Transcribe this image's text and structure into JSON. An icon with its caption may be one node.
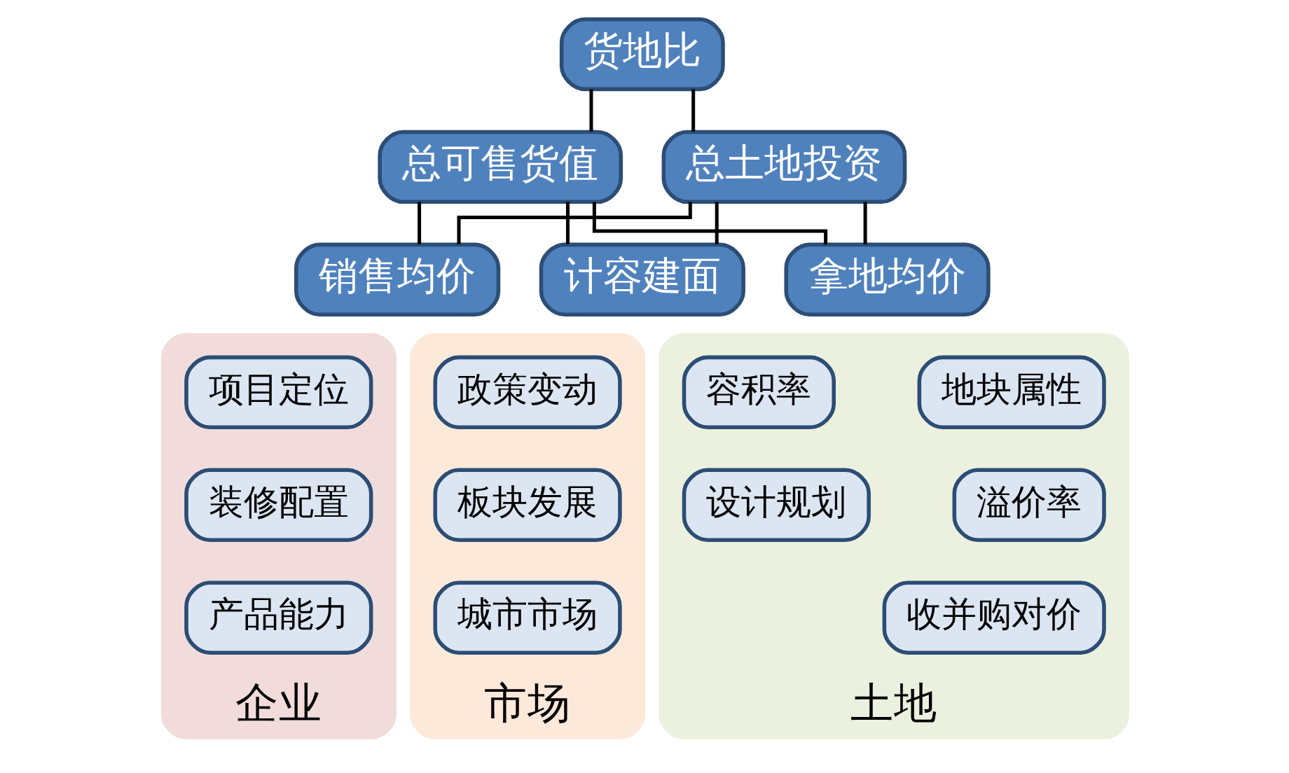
{
  "diagram": {
    "nodes": [
      {
        "text": [
          "货地比"
        ]
      },
      {
        "text": [
          "总可售货值"
        ]
      },
      {
        "text": [
          "总土地投资"
        ]
      },
      {
        "text": [
          "销售均价"
        ]
      },
      {
        "text": [
          "计容建面"
        ]
      },
      {
        "text": [
          "拿地均价"
        ]
      },
      {
        "text": [
          "企业"
        ]
      },
      {
        "text": [
          "项目定位"
        ],
        "in": 6
      },
      {
        "text": [
          "装修配置"
        ],
        "in": 6
      },
      {
        "text": [
          "产品能力"
        ],
        "in": 6
      },
      {
        "text": [
          "市场"
        ]
      },
      {
        "text": [
          "政策变动"
        ],
        "in": 10
      },
      {
        "text": [
          "板块发展"
        ],
        "in": 10
      },
      {
        "text": [
          "城市市场"
        ],
        "in": 10
      },
      {
        "text": [
          "土地"
        ]
      },
      {
        "text": [
          "容积率"
        ],
        "in": 14
      },
      {
        "text": [
          "地块属性"
        ],
        "in": 14
      },
      {
        "text": [
          "设计规划"
        ],
        "in": 14
      },
      {
        "text": [
          "溢价率"
        ],
        "in": 14
      },
      {
        "text": [
          "收并购对价"
        ],
        "in": 14
      }
    ],
    "edges": [
      {
        "from": 0,
        "to": 1,
        "arrow": "none"
      },
      {
        "from": 0,
        "to": 2,
        "arrow": "none"
      },
      {
        "from": 1,
        "to": 3,
        "arrow": "none"
      },
      {
        "from": 1,
        "to": 4,
        "arrow": "none"
      },
      {
        "from": 1,
        "to": 5,
        "arrow": "none"
      },
      {
        "from": 2,
        "to": 3,
        "arrow": "none"
      },
      {
        "from": 2,
        "to": 4,
        "arrow": "none"
      },
      {
        "from": 2,
        "to": 5,
        "arrow": "none"
      }
    ]
  }
}
